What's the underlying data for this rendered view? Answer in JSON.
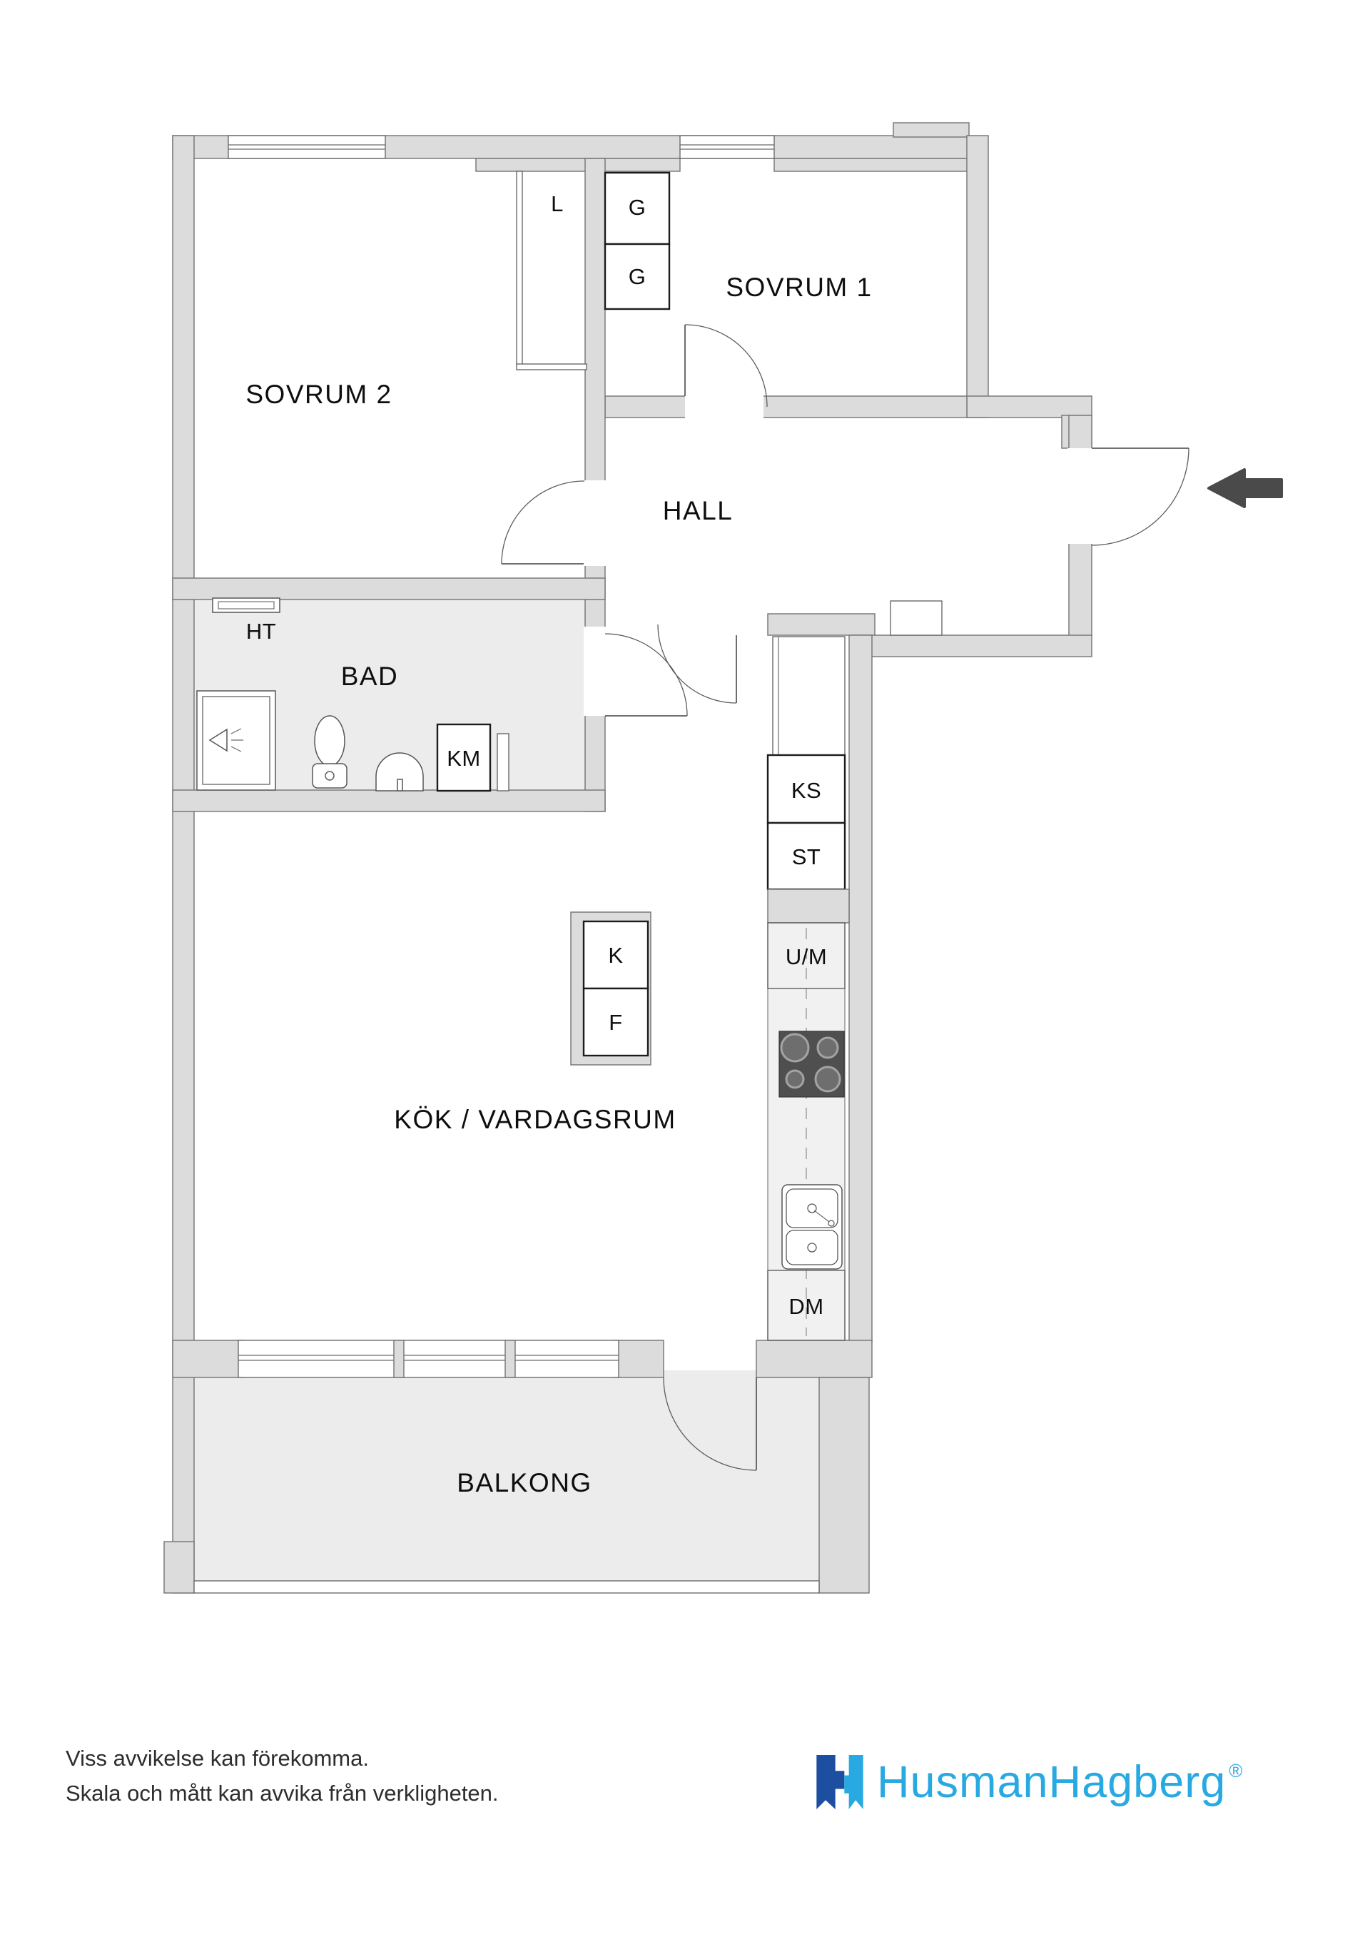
{
  "plan": {
    "room_labels": {
      "sovrum2": "SOVRUM 2",
      "sovrum1": "SOVRUM 1",
      "hall": "HALL",
      "bad": "BAD",
      "kok": "KÖK / VARDAGSRUM",
      "balkong": "BALKONG"
    },
    "unit_labels": {
      "l": "L",
      "g_top": "G",
      "g_bottom": "G",
      "ht": "HT",
      "km": "KM",
      "ks": "KS",
      "st": "ST",
      "um": "U/M",
      "k": "K",
      "f": "F",
      "dm": "DM"
    },
    "icons": [
      "entrance-arrow-icon",
      "toilet-icon",
      "bathroom-sink-icon",
      "shower-icon",
      "towel-rail-icon",
      "stove-icon",
      "kitchen-sink-icon",
      "door-swing-arc",
      "window",
      "hh-logo-mark-icon"
    ]
  },
  "footer": {
    "disclaimer_line1": "Viss avvikelse kan förekomma.",
    "disclaimer_line2": "Skala och mått kan avvika från verkligheten.",
    "brand_name": "HusmanHagberg",
    "registered_symbol": "®"
  },
  "colors": {
    "wall_fill": "#dcdcdc",
    "wall_stroke": "#737373",
    "wet_room_floor": "#ececec",
    "counter_fill": "#f1f1f1",
    "stove": "#4f4f4f",
    "entrance_arrow": "#4a4a4a",
    "brand_dark_blue": "#1c4f9f",
    "brand_light_blue": "#29a9e1"
  }
}
